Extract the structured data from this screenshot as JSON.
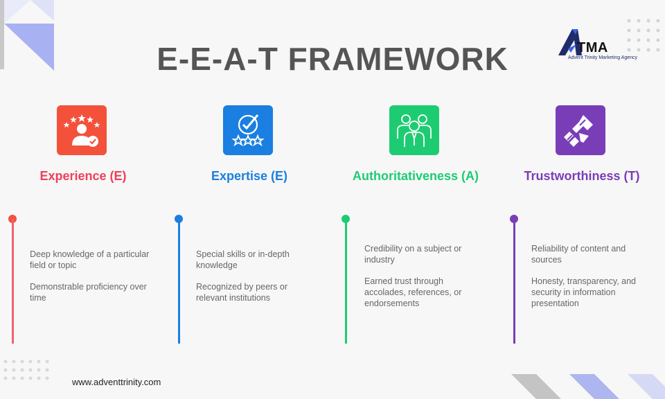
{
  "title": "E-E-A-T FRAMEWORK",
  "logo": {
    "name": "TMA",
    "tagline": "Advent Trinity Marketing Agency"
  },
  "website": "www.adventtrinity.com",
  "columns": [
    {
      "heading": "Experience (E)",
      "icon": "rating-user-icon",
      "color": "#f4513b",
      "text_color": "#ef3f57",
      "points": [
        "Deep knowledge of a particular field or topic",
        "Demonstrable proficiency over time"
      ]
    },
    {
      "heading": "Expertise (E)",
      "icon": "stars-check-icon",
      "color": "#1a7fe0",
      "text_color": "#1a7fe0",
      "points": [
        "Special skills or in-depth knowledge",
        "Recognized by peers or relevant institutions"
      ]
    },
    {
      "heading": "Authoritativeness (A)",
      "icon": "team-icon",
      "color": "#1dcc72",
      "text_color": "#1dcc72",
      "points": [
        "Credibility on a subject or industry",
        "Earned trust through accolades, references, or endorsements"
      ]
    },
    {
      "heading": "Trustworthiness (T)",
      "icon": "handshake-icon",
      "color": "#7a3db8",
      "text_color": "#7a3db8",
      "points": [
        "Reliability of content and sources",
        "Honesty, transparency, and security in information presentation"
      ]
    }
  ]
}
